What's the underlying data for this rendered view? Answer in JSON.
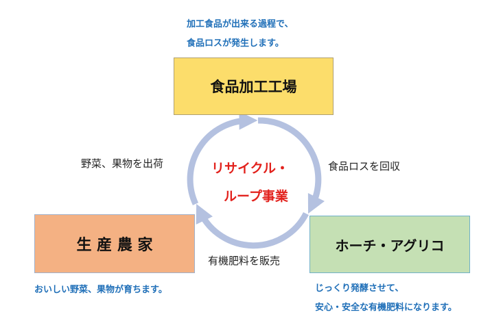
{
  "top_note": {
    "line1": "加工食品が出来る過程で、",
    "line2": "食品ロスが発生します。"
  },
  "nodes": {
    "factory": {
      "label": "食品加工工場",
      "color": "#fcdd6b"
    },
    "farmer": {
      "label": "生 産 農 家",
      "color": "#f4b183"
    },
    "hoochi": {
      "label": "ホーチ・アグリコ",
      "color": "#c5e0b4"
    }
  },
  "flows": {
    "to_factory": "野菜、果物を出荷",
    "to_hoochi": "食品ロスを回収",
    "to_farmer": "有機肥料を販売"
  },
  "center": {
    "line1": "リサイクル・",
    "line2": "ループ事業"
  },
  "farmer_note": "おいしい野菜、果物が育ちます。",
  "hoochi_note": {
    "line1": "じっくり発酵させて、",
    "line2": "安心・安全な有機肥料になります。"
  },
  "colors": {
    "note_text": "#1f6fb8",
    "center_text": "#e2211c",
    "cycle_arrow": "#b4c1e0"
  }
}
